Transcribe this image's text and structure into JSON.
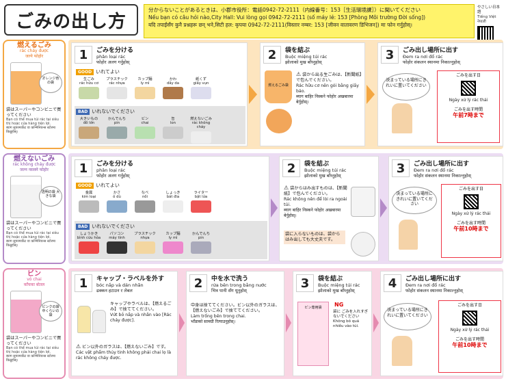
{
  "title": "ごみの出し方",
  "notice": {
    "ja": "分からないことがあるときは、小郡市役所：電話0942-72-2111（内線番号：153［生活環境課］）に聞いてください",
    "vi": "Nếu bạn có câu hỏi nào,City Hall: Vui lòng gọi 0942-72-2111 (số máy lẻ: 153 [Phòng Môi trường Đời sống])",
    "ne": "यदि तपाईंसँग कुनै प्रश्नहरू छन् भने,सिटी हल: कृपया 0942-72-2111(विस्तार नम्बर: 153 [जीवन वातावरण डिभिजन]) मा फोन गर्नुहोस्।"
  },
  "lang": {
    "l1": "やさしい日本語",
    "l2": "Tiếng Việt",
    "l3": "नेपाली"
  },
  "burnable": {
    "name": "燃えるごみ",
    "vi": "rác cháy được",
    "ne": "जल्ने फोहोर",
    "callout": "オレンジ色の袋",
    "note": "袋はスーパーやコンビニで買ってください",
    "note_small": "Bạn có thể mua túi rác tại siêu thị hoặc cửa hàng tiện lợi.",
    "note_ne": "ब्याग सुपरमार्केट वा कन्भिनियन्स स्टोरमा किन्नुहोस्।",
    "step1": {
      "num": "1",
      "title": "ごみを分ける",
      "sub_vi": "phân loại rác",
      "sub_ne": "फोहोर अलग गर्नुहोस्",
      "good": "GOOD",
      "good_label": "いれてよい",
      "good_items": [
        "生ごみ\nrác hữu cơ",
        "プラスチック\nrác nhựa",
        "カップ麺\nly mì",
        "かわ\ndây da",
        "紙くず\ngiấy vụn"
      ],
      "bad": "BAD",
      "bad_label": "いれないでください",
      "bad_items": [
        "大きいもの\nđồ lớn",
        "かんでんち\npin",
        "ビン\nchai",
        "缶\nlon",
        "燃えないごみ\nrác không cháy"
      ]
    },
    "step2": {
      "num": "2",
      "title": "袋を結ぶ",
      "sub_vi": "Buộc miệng túi rác",
      "sub_ne": "झोलाको मुख बाँध्नुहोस्",
      "bag_label": "燃えるごみ袋",
      "text": "袋から出る生ごみは、【新聞紙】で包んでください。",
      "text_vi": "Rác hữu cơ nên gói bằng giấy báo.",
      "text_ne": "ब्याग बाहिर निस्कने फोहोर अखबारमा बेर्नुहोस्।"
    },
    "step3": {
      "num": "3",
      "title": "ごみ出し場所に出す",
      "sub_vi": "Đem ra nơi đổ rác",
      "sub_ne": "फोहोर संकलन स्थानमा निकाल्नुहोस्",
      "bubble": "決まっている場所にきれいに置いてください",
      "day_label": "ごみを出す日",
      "day_sub": "Ngày xử lý rác thải",
      "time_label": "ごみを出す時間",
      "time": "午前7時まで"
    }
  },
  "nonburnable": {
    "name": "燃えないごみ",
    "vi": "rác không cháy được",
    "ne": "जल्न नसक्ने फोहोर",
    "callout": "透明の袋 大きな袋",
    "note": "袋はスーパーやコンビニで買ってください",
    "note_small": "Bạn có thể mua túi rác tại siêu thị hoặc cửa hàng tiện lợi.",
    "note_ne": "ब्याग सुपरमार्केट वा कन्भिनियन्स स्टोरमा किन्नुहोस्।",
    "step1": {
      "num": "1",
      "title": "ごみを分ける",
      "sub_vi": "phân loại rác",
      "sub_ne": "फोहोर अलग गर्नुहोस्",
      "good": "GOOD",
      "good_label": "いれてよい",
      "good_items": [
        "金属\nkim loại",
        "かさ\nô dù",
        "なべ\nnồi",
        "しょっき\nbát đĩa",
        "ライター\nbật lửa"
      ],
      "bad": "BAD",
      "bad_label": "いれないでください",
      "bad_items": [
        "しょうかき\nbình cứu hỏa",
        "パソコン\nmáy tính",
        "プラスチック\nnhựa",
        "カップ麺\nly mì",
        "かんでんち\npin"
      ]
    },
    "step2": {
      "num": "2",
      "title": "袋を結ぶ",
      "sub_vi": "Buộc miệng túi rác",
      "sub_ne": "झोलाको मुख बाँध्नुहोस्",
      "text": "袋からはみ出すものは、【新聞紙】で包んでください。",
      "text_vi": "Rác không nên để lòi ra ngoài túi.",
      "text_ne": "ब्याग बाहिर निस्कने फोहोर अखबारमा बेर्नुहोस्।",
      "text2": "袋に入らないものは、袋からはみ出しても大丈夫です。"
    },
    "step3": {
      "num": "3",
      "title": "ごみ出し場所に出す",
      "sub_vi": "Đem ra nơi đổ rác",
      "sub_ne": "फोहोर संकलन स्थानमा निकाल्नुहोस्",
      "bubble": "決まっている場所にきれいに置いてください",
      "day_label": "ごみを出す日",
      "day_sub": "Ngày xử lý rác thải",
      "time_label": "ごみを出す時間",
      "time": "午前10時まで"
    }
  },
  "bottles": {
    "name": "ビン",
    "vi": "vỏ chai",
    "ne": "काँचका बोतल",
    "callout": "ピンクの袋 中くらいの袋",
    "note": "袋はスーパーやコンビニで買ってください",
    "note_small": "Bạn có thể mua túi rác tại siêu thị hoặc cửa hàng tiện lợi.",
    "note_ne": "ब्याग सुपरमार्केट वा कन्भिनियन्स स्टोरमा किन्नुहोस्।",
    "step1": {
      "num": "1",
      "title": "キャップ・ラベルを外す",
      "sub_vi": "bóc nắp và dán nhãn",
      "sub_ne": "ढक्कन हटाउन र लेबल",
      "text": "キャップやラベルは、【燃えるごみ】で捨ててください。",
      "text_vi": "Vứt bỏ nắp và nhãn vào [Rác cháy được].",
      "warn": "ビン以外のガラスは、【燃えないごみ】です。",
      "warn_vi": "Các vật phẩm thủy tinh không phải chai lọ là rác không cháy được."
    },
    "step2": {
      "num": "2",
      "title": "中を水で洗う",
      "sub_vi": "rửa bên trong bằng nước",
      "sub_ne": "भित्र पानी सँग धुनुहोस्",
      "text": "中身は捨ててください。ビン以外のガラスは、【燃えないごみ】で捨ててください。",
      "text_vi": "Làm trống bên trong chai.",
      "text_ne": "भाँडाको सामग्री रित्याउनुहोस्।"
    },
    "step3": {
      "num": "3",
      "title": "袋を結ぶ",
      "sub_vi": "Buộc miệng túi rác",
      "sub_ne": "झोलाको मुख बाँध्नुहोस्",
      "bag_label": "ビン専用袋",
      "ng": "NG",
      "text": "袋に ごみを入れすぎないでください",
      "text_vi": "Không bỏ quá nhiều vào túi."
    },
    "step4": {
      "num": "4",
      "title": "ごみ出し場所に出す",
      "sub_vi": "Đem ra nơi đổ rác",
      "sub_ne": "फोहोर संकलन स्थानमा निकाल्नुहोस्",
      "bubble": "決まっている場所にきれいに置いてください",
      "day_label": "ごみを出す日",
      "day_sub": "Ngày xử lý rác thải",
      "time_label": "ごみを出す時間",
      "time": "午前10時まで"
    }
  },
  "colors": {
    "orange": "#f4a742",
    "purple": "#b48ac8",
    "pink": "#e58bb0",
    "good": "#f0a000",
    "bad": "#3d69b3",
    "notice": "#fff36b"
  }
}
